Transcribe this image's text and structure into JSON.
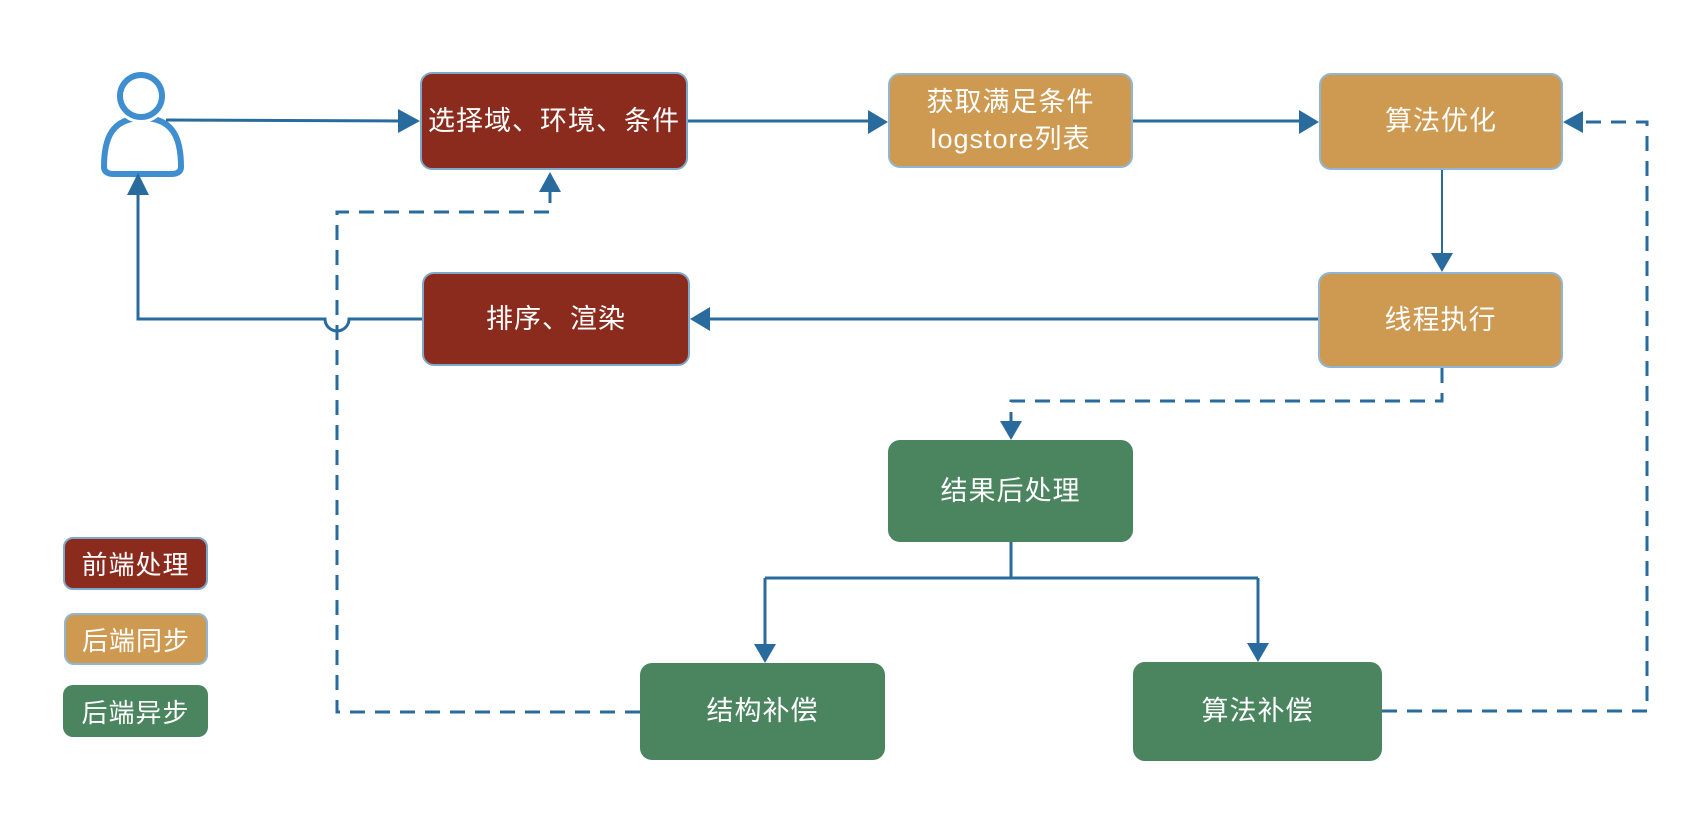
{
  "diagram": {
    "nodes": {
      "select": {
        "label": "选择域、环境、条件",
        "category": "前端处理"
      },
      "fetch": {
        "label": "获取满足条件\nlogstore列表",
        "category": "后端同步"
      },
      "optimize": {
        "label": "算法优化",
        "category": "后端同步"
      },
      "sort": {
        "label": "排序、渲染",
        "category": "前端处理"
      },
      "thread": {
        "label": "线程执行",
        "category": "后端同步"
      },
      "post": {
        "label": "结果后处理",
        "category": "后端异步"
      },
      "struct_comp": {
        "label": "结构补偿",
        "category": "后端异步"
      },
      "algo_comp": {
        "label": "算法补偿",
        "category": "后端异步"
      }
    },
    "edges": [
      {
        "from": "user",
        "to": "select",
        "style": "solid"
      },
      {
        "from": "select",
        "to": "fetch",
        "style": "solid"
      },
      {
        "from": "fetch",
        "to": "optimize",
        "style": "solid"
      },
      {
        "from": "optimize",
        "to": "thread",
        "style": "solid"
      },
      {
        "from": "thread",
        "to": "sort",
        "style": "solid"
      },
      {
        "from": "sort",
        "to": "user",
        "style": "solid"
      },
      {
        "from": "thread",
        "to": "post",
        "style": "dashed"
      },
      {
        "from": "post",
        "to": "struct_comp",
        "style": "solid"
      },
      {
        "from": "post",
        "to": "algo_comp",
        "style": "solid"
      },
      {
        "from": "struct_comp",
        "to": "select",
        "style": "dashed"
      },
      {
        "from": "algo_comp",
        "to": "optimize",
        "style": "dashed"
      }
    ],
    "icons": {
      "actor": "user-icon"
    }
  },
  "legend": {
    "items": [
      {
        "label": "前端处理",
        "color": "#8B2B1D"
      },
      {
        "label": "后端同步",
        "color": "#CE9A52"
      },
      {
        "label": "后端异步",
        "color": "#4B8560"
      }
    ]
  },
  "colors": {
    "frontend_box": "#8B2B1D",
    "backend_sync_box": "#CE9A52",
    "backend_async_box": "#4B8560",
    "connector": "#2A6B9E",
    "actor": "#3E8ED0",
    "box_border": "#7FA9CC",
    "label_text": "#ffffff",
    "background": "#ffffff"
  }
}
